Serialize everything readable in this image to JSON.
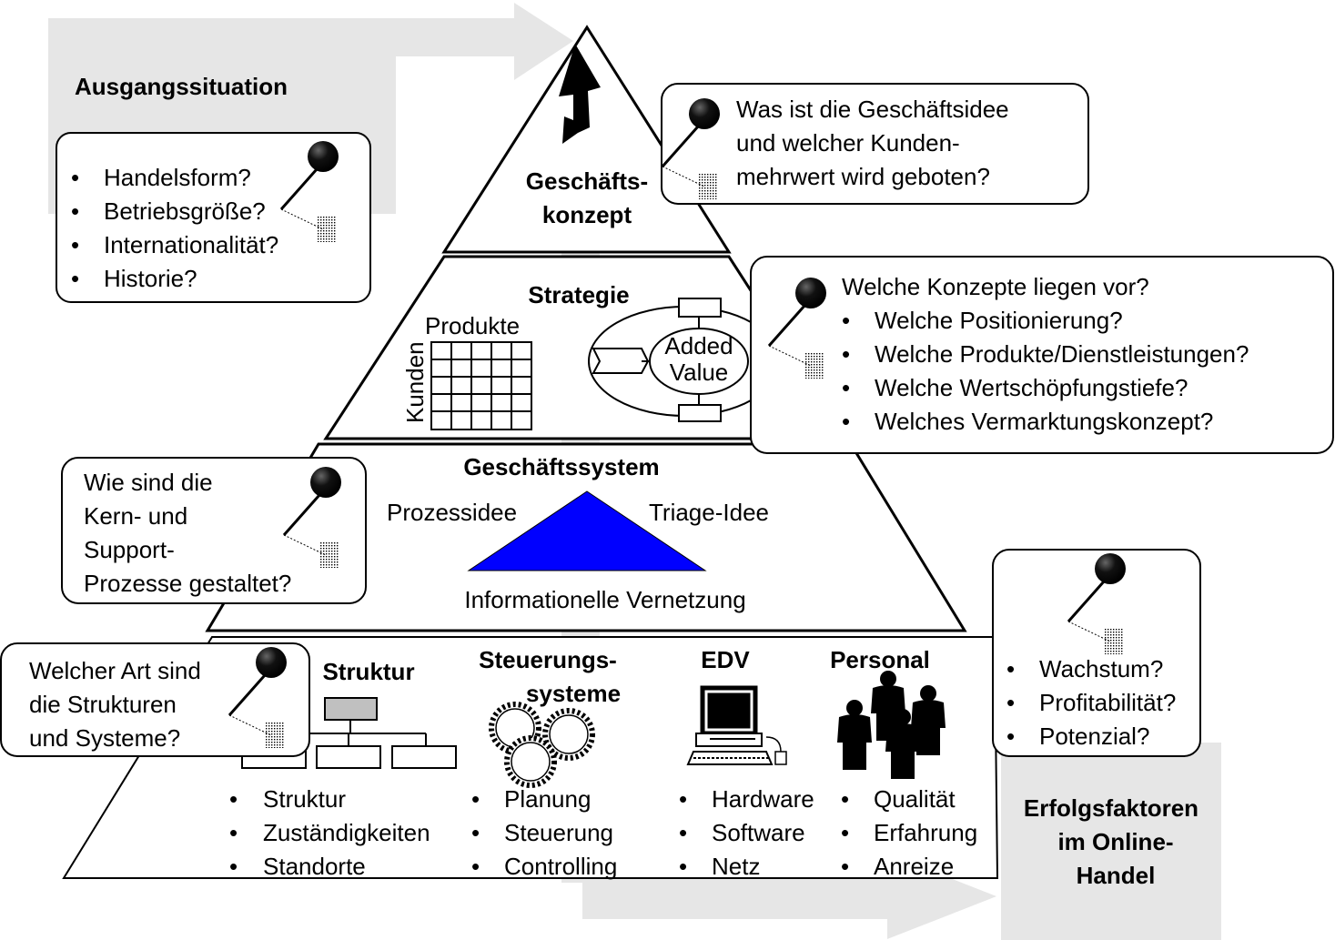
{
  "colors": {
    "flow_arrow": "#e6e6e6",
    "line": "#000000",
    "process_triangle": "#0000ff",
    "org_box_top": "#c0c0c0"
  },
  "labels": {
    "ausgangssituation": "Ausgangssituation",
    "erfolgsfaktoren": [
      "Erfolgsfaktoren",
      "im Online-",
      "Handel"
    ]
  },
  "layers": {
    "konzept": {
      "title": [
        "Geschäfts-",
        "konzept"
      ],
      "icon": "lightning-icon"
    },
    "strategie": {
      "title": "Strategie",
      "matrix_col_label": "Produkte",
      "matrix_row_label": "Kunden",
      "added_value": [
        "Added",
        "Value"
      ]
    },
    "geschaeftssystem": {
      "title": "Geschäftssystem",
      "left_label": "Prozessidee",
      "right_label": "Triage-Idee",
      "bottom_label": "Informationelle Vernetzung"
    },
    "basis": {
      "columns": [
        {
          "title": [
            "Struktur"
          ],
          "icon": "org-chart-icon",
          "items": [
            "Struktur",
            "Zuständigkeiten",
            "Standorte"
          ]
        },
        {
          "title": [
            "Steuerungs-",
            "systeme"
          ],
          "icon": "gears-icon",
          "items": [
            "Planung",
            "Steuerung",
            "Controlling"
          ]
        },
        {
          "title": [
            "EDV"
          ],
          "icon": "computer-icon",
          "items": [
            "Hardware",
            "Software",
            "Netz"
          ]
        },
        {
          "title": [
            "Personal"
          ],
          "icon": "people-icon",
          "items": [
            "Qualität",
            "Erfahrung",
            "Anreize"
          ]
        }
      ]
    }
  },
  "callouts": {
    "ausgang": {
      "items": [
        "Handelsform?",
        "Betriebsgröße?",
        "Internationalität?",
        "Historie?"
      ],
      "icon": "pin-icon"
    },
    "konzept": {
      "lines": [
        "Was ist die Geschäftsidee",
        "und welcher Kunden-",
        "mehrwert wird geboten?"
      ],
      "icon": "pin-icon"
    },
    "strategie": {
      "heading": "Welche Konzepte liegen vor?",
      "items": [
        "Welche Positionierung?",
        "Welche Produkte/Dienstleistungen?",
        "Welche Wertschöpfungstiefe?",
        "Welches Vermarktungskonzept?"
      ],
      "icon": "pin-icon"
    },
    "prozesse": {
      "lines": [
        "Wie sind die",
        "Kern- und",
        "Support-",
        "Prozesse gestaltet?"
      ],
      "icon": "pin-icon"
    },
    "strukturen": {
      "lines": [
        "Welcher Art sind",
        "die Strukturen",
        "und Systeme?"
      ],
      "icon": "pin-icon"
    },
    "erfolg": {
      "items": [
        "Wachstum?",
        "Profitabilität?",
        "Potenzial?"
      ],
      "icon": "pin-icon"
    }
  }
}
